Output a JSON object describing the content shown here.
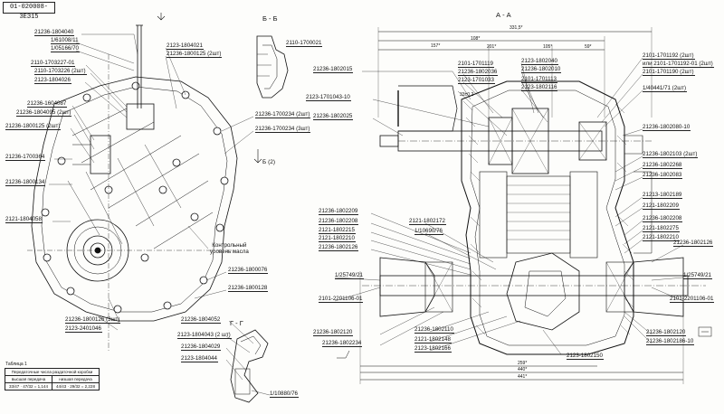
{
  "stamp": "01-020008-3ЕЗ15",
  "section_labels": {
    "aa": "А - А",
    "bb": "Б - Б",
    "gg": "Г - Г",
    "b2": "Б (2)"
  },
  "dims": {
    "top_total": "331,5*",
    "d157": "157*",
    "d108": "108*",
    "d201": "201*",
    "d105": "105*",
    "d59": "59*",
    "d33": "33±0,2",
    "bot1": "259*",
    "bot2": "440*",
    "bot3": "441*"
  },
  "note_oil": [
    "Контрольный",
    "уровень масла"
  ],
  "left_labels": [
    "21236-1804040",
    "1/61008/11",
    "1/05166/70",
    "2110-1703227-01",
    "2110-1703226 (2шт)",
    "2123-1804026",
    "21236-1604087",
    "21236-1804095 (2шт)",
    "21236-1800125 (2шт)",
    "21236-1700364",
    "21236-1800134",
    "2121-1804058",
    "2123-1804021",
    "21236-1800125 (2шт)",
    "21236-1700234 (2шт)",
    "21236-1700234 (3шт)",
    "21236-1800076",
    "21236-1800128",
    "21236-1800126 (3шт)",
    "2123-2401046",
    "21236-1804052",
    "2123-1804043 (2 шт)",
    "21236-1804029",
    "2123-1804044",
    "1/10880/76",
    "2110-1700021"
  ],
  "right_labels": [
    "21236-1802015",
    "2123-1701043-10",
    "21236-1802025",
    "2101-1701119",
    "21236-1802036",
    "2123-1701033",
    "2123-1802040",
    "21236-1802010",
    "2101-1701113",
    "2123-1802116",
    "2101-1701192 (2шт)",
    "или 2101-1701192-01 (2шт)",
    "2101-1701190 (2шт)",
    "1/40441/71 (2шт)",
    "21236-1802080-10",
    "21236-1802103 (2шт)",
    "21236-1802268",
    "21236-1802083",
    "21213-1802189",
    "2121-1802209",
    "21236-1802208",
    "2121-1802275",
    "2121-1802210",
    "21236-1802126",
    "21236-1802209",
    "21236-1802208",
    "2121-1802215",
    "2121-1802210",
    "21236-1802126",
    "2121-1802172",
    "1/10690/76",
    "1/25749/21",
    "2101-2201106-01",
    "1/25749/21",
    "2101-2201106-01",
    "21236-1802120",
    "21236-1802234",
    "21236-1802110",
    "2121-1802148",
    "2123-1802166",
    "2123-1802150",
    "21236-1802120",
    "21236-1802186-10"
  ],
  "table": {
    "caption": "Таблица 1",
    "header": "Передаточные числа раздаточной коробки",
    "col1": "высшая передача",
    "col2": "низшая передача",
    "v1": "33/47 · 47/32 = 1,144",
    "v2": "44/43 · 29/32 = 2,228"
  }
}
